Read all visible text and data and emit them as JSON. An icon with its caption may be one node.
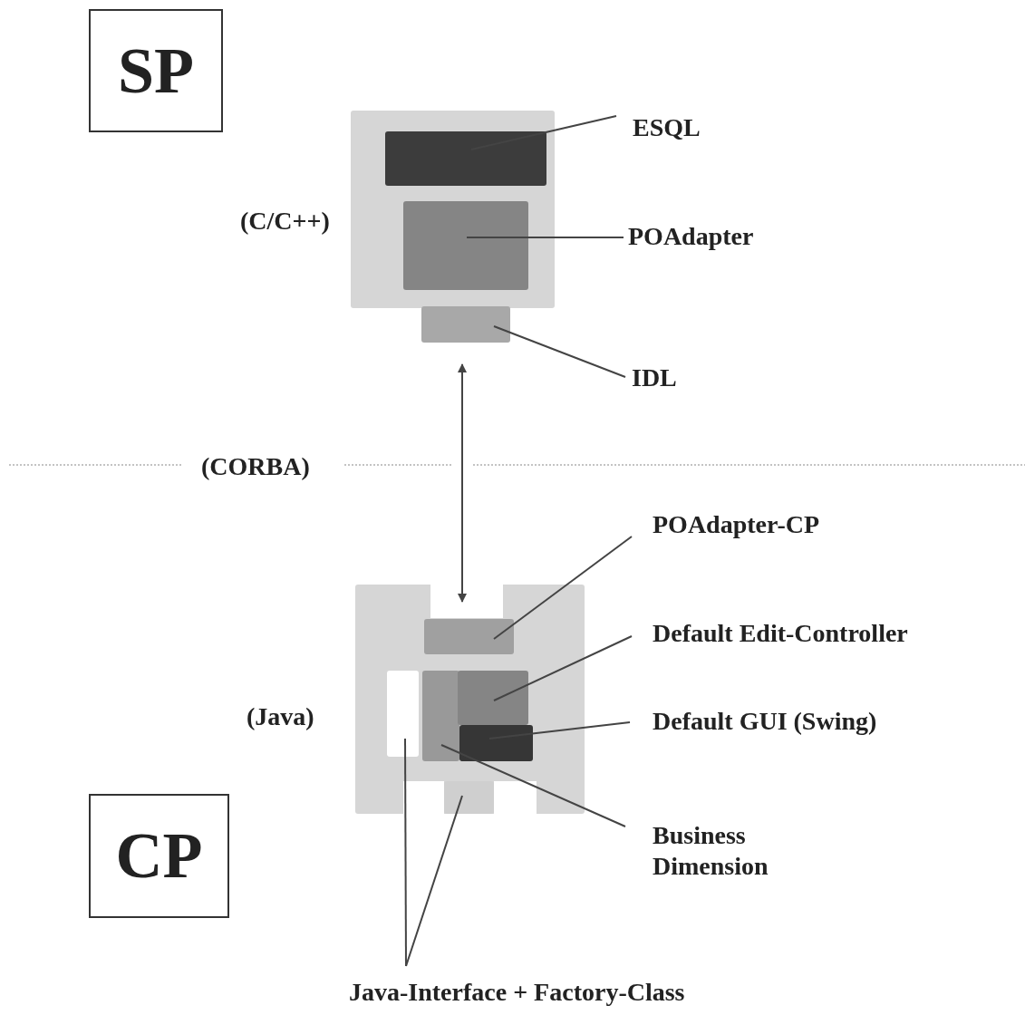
{
  "diagram": {
    "nodes": [
      {
        "text": [
          "SP"
        ]
      },
      {
        "text": [],
        "shape": "box",
        "beside": [
          "(C/C++)"
        ]
      },
      {
        "text": [],
        "shape": "box",
        "in": 1
      },
      {
        "text": [],
        "shape": "box",
        "in": 1
      },
      {
        "text": [],
        "shape": "box"
      },
      {
        "text": [
          "ESQL"
        ]
      },
      {
        "text": [
          "POAdapter"
        ]
      },
      {
        "text": [
          "IDL"
        ]
      },
      {
        "text": [],
        "shape": "box",
        "beside": [
          "(Java)"
        ]
      },
      {
        "text": [],
        "shape": "box",
        "in": 8
      },
      {
        "text": [],
        "shape": "box",
        "in": 8
      },
      {
        "text": [],
        "shape": "box",
        "in": 8
      },
      {
        "text": [],
        "shape": "box",
        "in": 8
      },
      {
        "text": [],
        "shape": "box",
        "in": 8
      },
      {
        "text": [],
        "shape": "box",
        "in": 8
      },
      {
        "text": [
          "POAdapter-CP"
        ]
      },
      {
        "text": [
          "Default Edit-Controller"
        ]
      },
      {
        "text": [
          "Default GUI (Swing)"
        ]
      },
      {
        "text": [
          "Business Dimension"
        ]
      },
      {
        "text": [
          "Java-Interface + Factory-Class"
        ]
      },
      {
        "text": [
          "CP"
        ]
      }
    ],
    "edges": [
      {
        "from": 5,
        "to": 2,
        "arrow": "none"
      },
      {
        "from": 6,
        "to": 3,
        "arrow": "none"
      },
      {
        "from": 7,
        "to": 4,
        "arrow": "none"
      },
      {
        "from": 4,
        "to": 9,
        "arrow": "both"
      },
      {
        "from": 15,
        "to": 9,
        "arrow": "none"
      },
      {
        "from": 16,
        "to": 11,
        "arrow": "none"
      },
      {
        "from": 17,
        "to": 12,
        "arrow": "none"
      },
      {
        "from": 18,
        "to": 10,
        "arrow": "none"
      },
      {
        "from": 19,
        "to": 13,
        "arrow": "none"
      },
      {
        "from": 19,
        "to": 14,
        "arrow": "none"
      }
    ],
    "labels": [
      "(CORBA)"
    ]
  }
}
